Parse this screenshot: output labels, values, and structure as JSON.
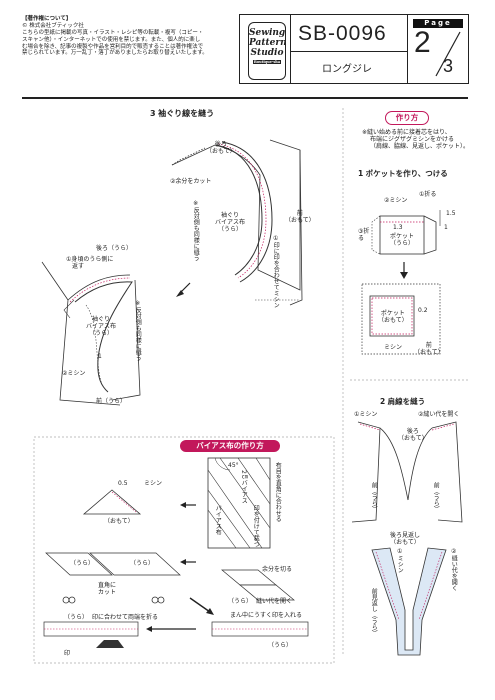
{
  "copyright": {
    "heading": "【著作権について】",
    "company": "© 株式会社ブティック社",
    "lines": [
      "こちらの型紙に掲載の写真・イラスト・レシピ等の転載・複写（コピー・",
      "スキャン他）・インターネットでの使用を禁じます。また、個人的に楽し",
      "む場合を除き、記事の複製や作品を営利目的で販売することは著作権法で",
      "禁じられています。万一乱丁・落丁がありましたらお取り替えいたします。"
    ]
  },
  "logo": {
    "line1": "Sewing",
    "line2": "Pattern",
    "line3": "Studio",
    "badge": "Boutique-sha"
  },
  "header": {
    "code": "SB-0096",
    "name": "ロングジレ",
    "page_label": "Page",
    "page_num": "2",
    "page_total": "3"
  },
  "sec3": {
    "title_num": "3",
    "title": "袖ぐり線を縫う",
    "top": {
      "back": "後ろ",
      "back_sub": "（おもて）",
      "cut": "②余分をカット",
      "note": "※反対側も同様に縫う",
      "bias": "袖ぐり",
      "bias2": "バイアス布",
      "bias3": "（うら）",
      "front": "前",
      "front_sub": "（おもて）",
      "sew": "①印に印を合わせてミシン"
    },
    "bottom": {
      "back": "後ろ（うら）",
      "fold1": "①身頃のうら側に",
      "fold2": "返す",
      "bias": "袖ぐり",
      "bias2": "バイアス布",
      "bias3": "（うら）",
      "note": "※反対側も同様に縫う",
      "num": "1",
      "sew": "②ミシン",
      "front": "前（うら）"
    }
  },
  "howto": {
    "title": "作り方",
    "note1": "※縫い始める前に接着芯をはり、",
    "note2": "布端にジグザグミシンをかける",
    "note3": "（肩線、脇線、見返し、ポケット）。"
  },
  "sec1": {
    "title_num": "1",
    "title": "ポケットを作り、つける",
    "sew": "②ミシン",
    "fold": "①折る",
    "fold2": "③折る",
    "m13": "1.3",
    "m15": "1.5",
    "m1": "1",
    "pocket": "ポケット",
    "pocket_sub": "（うら）",
    "pocket2": "ポケット",
    "pocket2_sub": "（おもて）",
    "m02": "0.2",
    "sew2": "ミシン",
    "front": "前",
    "front_sub": "（おもて）"
  },
  "sec2": {
    "title_num": "2",
    "title": "肩線を縫う",
    "sew": "①ミシン",
    "open": "②縫い代を開く",
    "back": "後ろ",
    "back_sub": "（おもて）",
    "front_l": "前（うら）",
    "front_r": "前（うら）",
    "facing": "後ろ見返し",
    "facing_sub": "（おもて）",
    "sew2": "①ミシン",
    "open2": "②縫い代を開く",
    "facing_front": "前見返し（うら）"
  },
  "bias": {
    "title": "バイアス布の作り方",
    "m05": "0.5",
    "sew": "ミシン",
    "omote": "（おもて）",
    "ura1": "（うら）",
    "ura2": "（うら）",
    "diag_cut1": "直角に",
    "diag_cut2": "カット",
    "angle": "45°",
    "bias_width": "2㎝バイアス",
    "bias_cloth": "バイアス布",
    "mark": "印を付けて裁つ",
    "grain": "布目を直角に合わせる",
    "cut": "余分を切る",
    "ura3": "（うら）",
    "open": "縫い代を開く",
    "fold_label": "印に合わせて両端を折る",
    "ura4": "（うら）",
    "iron": "印",
    "center": "まん中にうすく印を入れる",
    "ura5": "（うら）"
  },
  "colors": {
    "accent": "#c2185b",
    "accent_bg": "#f3c6d6",
    "line": "#333333",
    "dot": "#e05a8a"
  }
}
